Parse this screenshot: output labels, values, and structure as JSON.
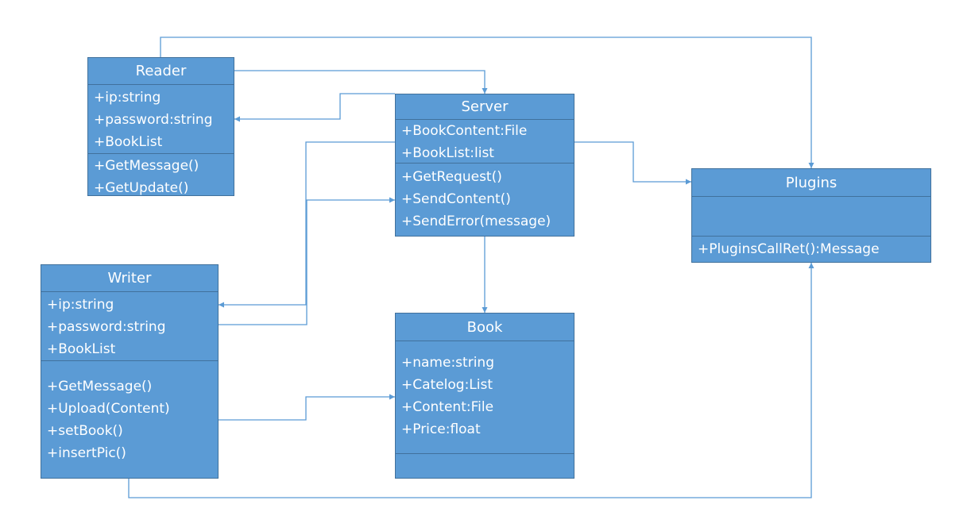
{
  "diagram": {
    "classes": [
      {
        "key": "reader",
        "name": "Reader",
        "attributes": [
          "+ip:string",
          "+password:string",
          "+BookList"
        ],
        "methods": [
          "+GetMessage()",
          "+GetUpdate()"
        ]
      },
      {
        "key": "server",
        "name": "Server",
        "attributes": [
          "+BookContent:File",
          "+BookList:list"
        ],
        "methods": [
          "+GetRequest()",
          "+SendContent()",
          "+SendError(message)"
        ]
      },
      {
        "key": "plugins",
        "name": "Plugins",
        "attributes": [],
        "methods": [
          "+PluginsCallRet():Message"
        ]
      },
      {
        "key": "writer",
        "name": "Writer",
        "attributes": [
          "+ip:string",
          "+password:string",
          "+BookList"
        ],
        "methods": [
          "+GetMessage()",
          "+Upload(Content)",
          "+setBook()",
          "+insertPic()"
        ]
      },
      {
        "key": "book",
        "name": "Book",
        "attributes": [
          "+name:string",
          "+Catelog:List",
          "+Content:File",
          "+Price:float"
        ],
        "methods": []
      }
    ],
    "line_color": "#5b9bd5",
    "fill_color": "#5b9bd5",
    "border_color": "#41719c"
  }
}
